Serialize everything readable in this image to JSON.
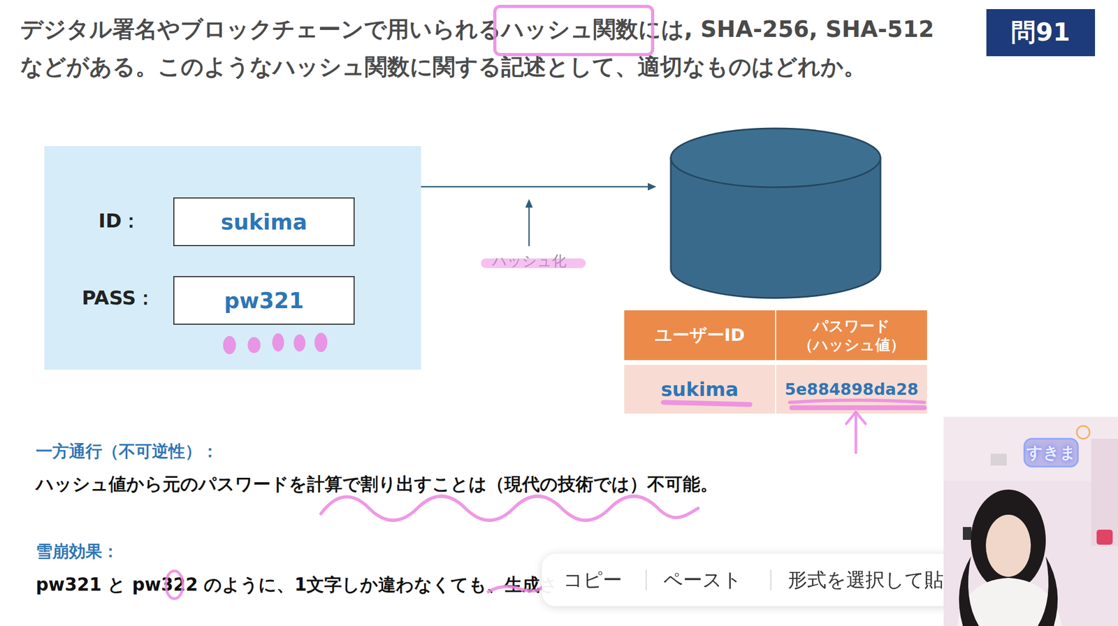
{
  "diagram": {
    "title": "デジタル署名やブロックチェーンで用いられるハッシュ関数には, SHA-256, SHA-512 などがある。このようなハッシュ関数に関する記述として、適切なものはどれか。",
    "nodes": [
      {
        "text": [
          "問91"
        ]
      },
      {
        "text": [
          "ID：",
          "PASS："
        ]
      },
      {
        "text": [
          "sukima"
        ],
        "in": 1
      },
      {
        "text": [
          "pw321"
        ],
        "in": 1
      },
      {
        "text": [
          "コピー",
          "ペースト",
          "形式を選択して貼"
        ]
      }
    ],
    "labels": [
      "ハッシュ化",
      "ユーザーID",
      "パスワード （ハッシュ値）",
      "sukima",
      "5e884898da28",
      "一方通行（不可逆性）：",
      "ハッシュ値から元のパスワードを計算で割り出すことは（現代の技術では）不可能。",
      "雪崩効果：",
      "pw321 と pw322 のように、1文字しか違わなくても、生成さ",
      "すきま"
    ]
  }
}
